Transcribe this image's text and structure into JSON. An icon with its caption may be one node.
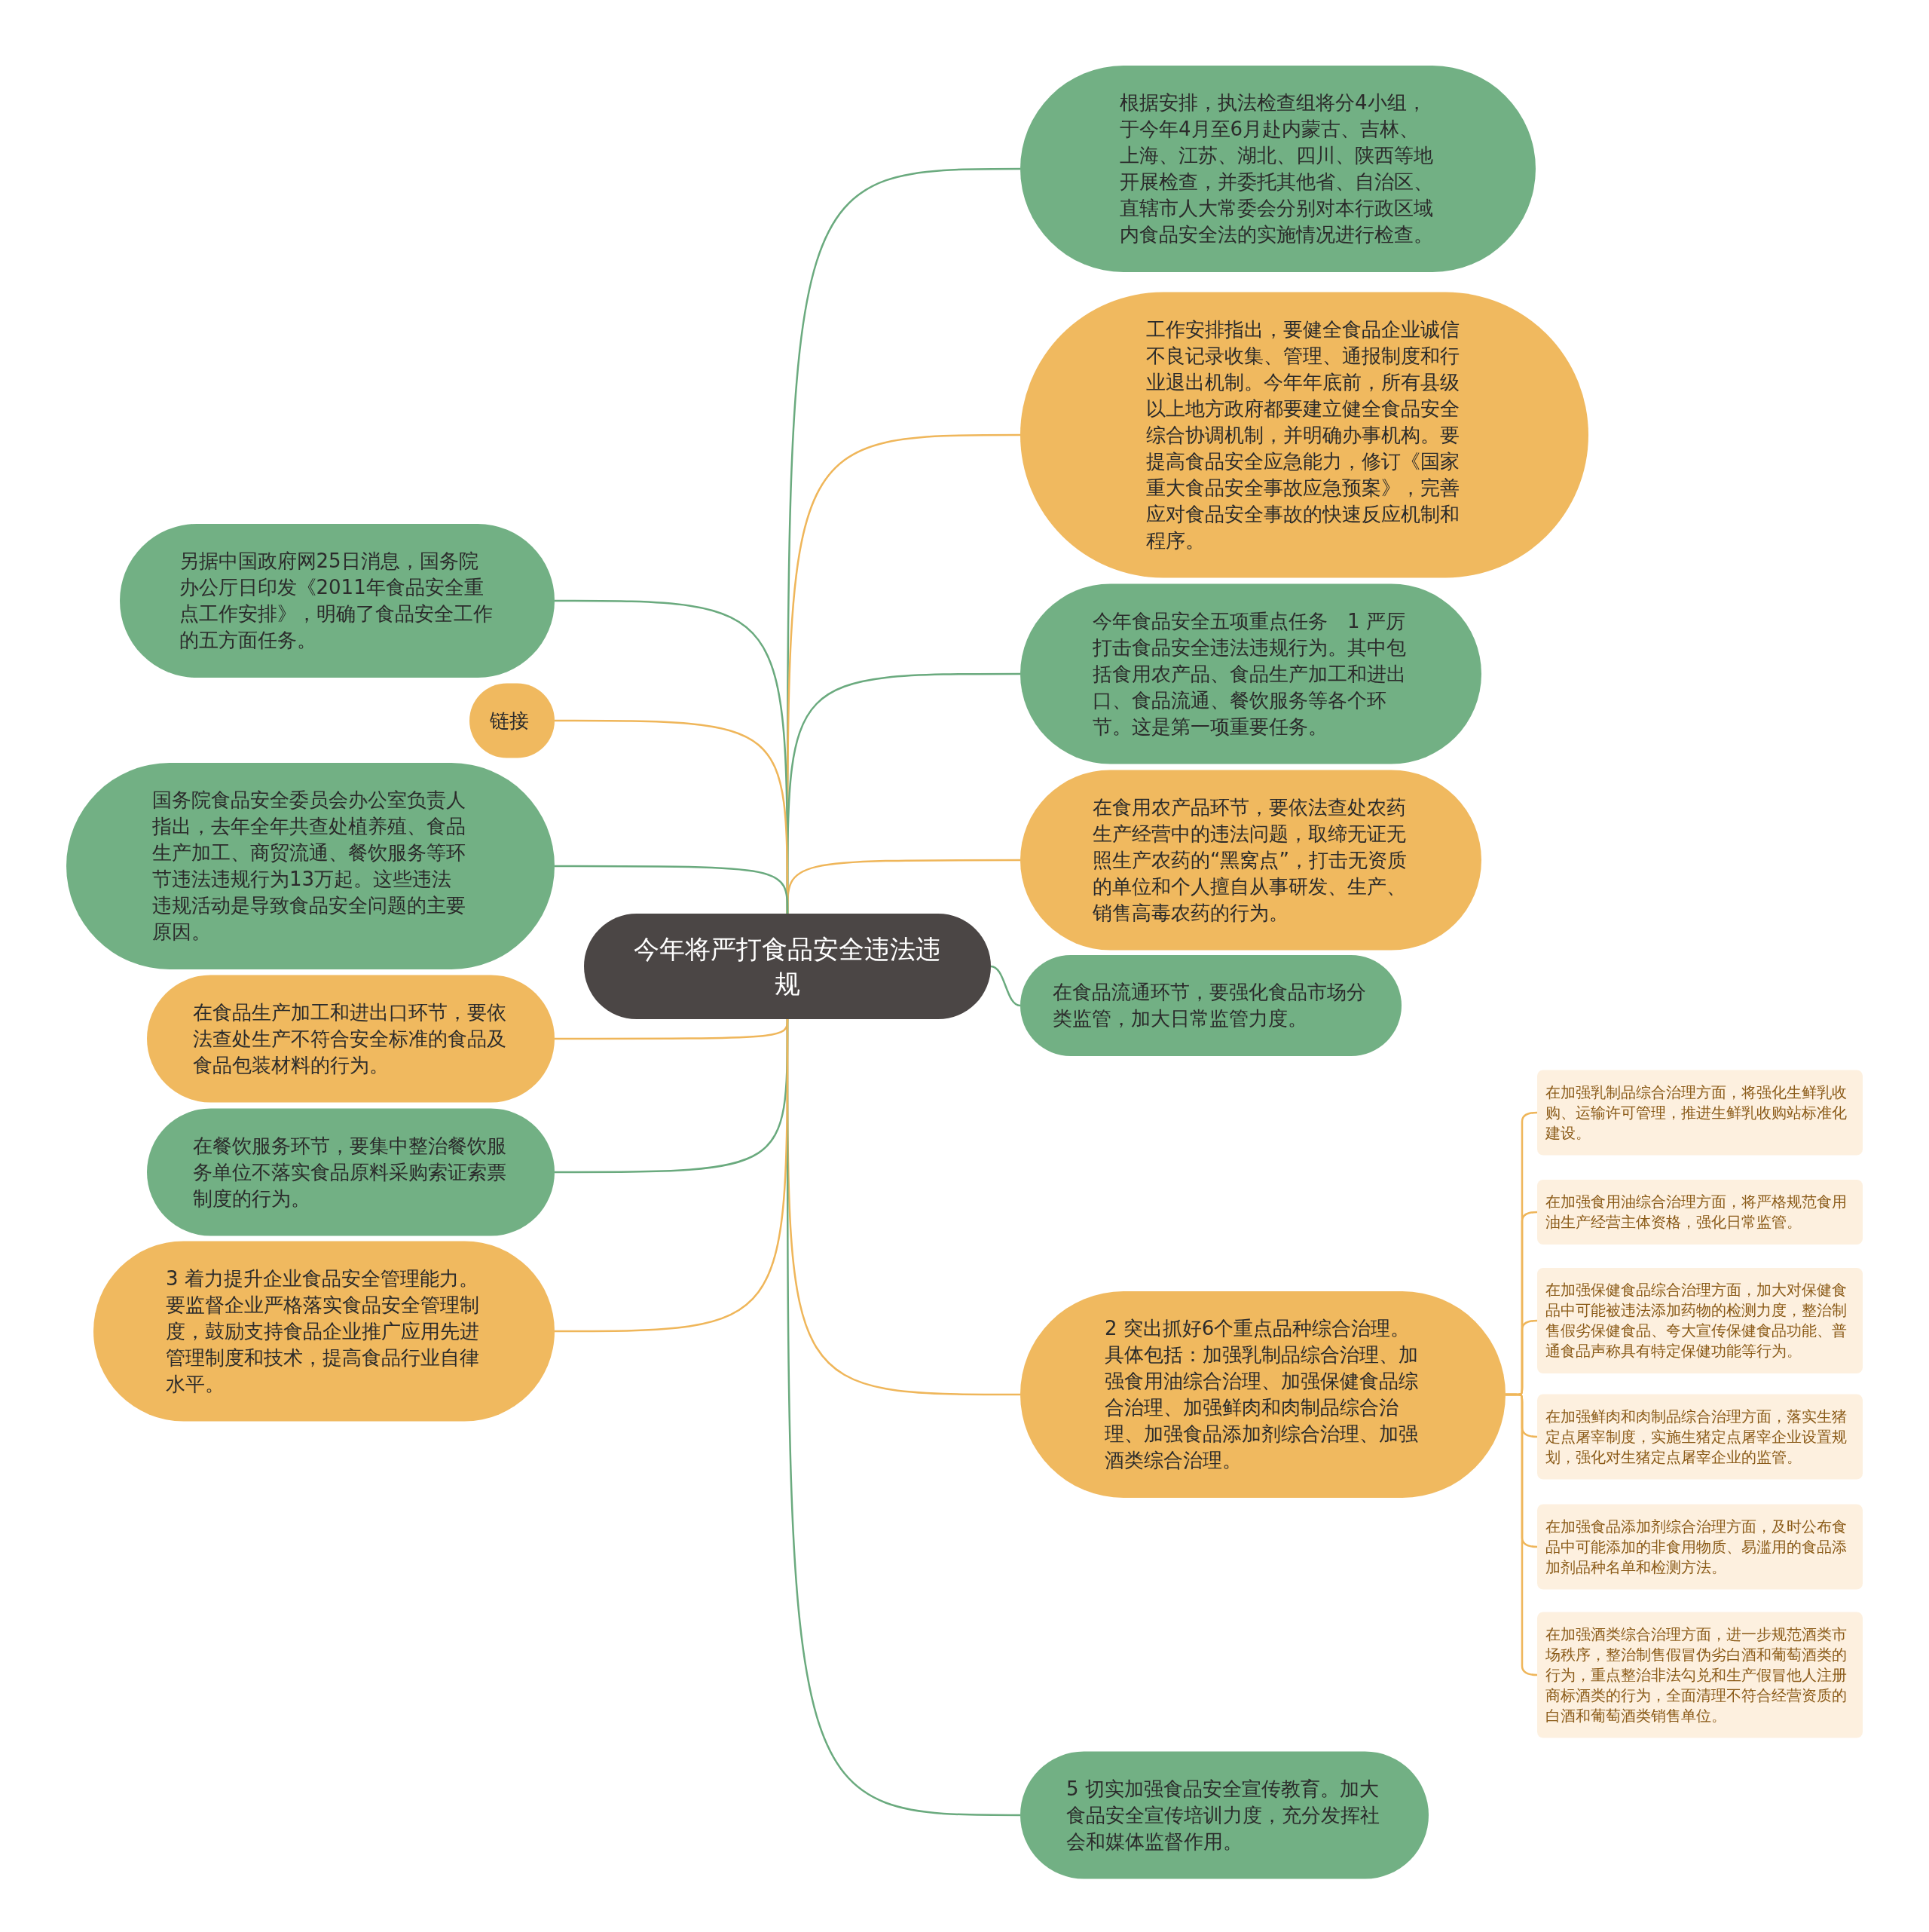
{
  "diagram": {
    "nodes": [
      {
        "text": [
          "今年将严打食品安全违法违规"
        ]
      },
      {
        "text": [
          "根据安排，执法检查组将分4小组，于今年4月至6月赴内蒙古、吉林、上海、江苏、湖北、四川、陕西等地开展检查，并委托其他省、自治区、直辖市人大常委会分别对本行政区域内食品安全法的实施情况进行检查。"
        ]
      },
      {
        "text": [
          "工作安排指出，要健全食品企业诚信不良记录收集、管理、通报制度和行业退出机制。今年年底前，所有县级以上地方政府都要建立健全食品安全综合协调机制，并明确办事机构。要提高食品安全应急能力，修订《国家重大食品安全事故应急预案》，完善应对食品安全事故的快速反应机制和程序。"
        ]
      },
      {
        "text": [
          "今年食品安全五项重点任务　1 严厉打击食品安全违法违规行为。其中包括食用农产品、食品生产加工和进出口、食品流通、餐饮服务等各个环节。这是第一项重要任务。"
        ]
      },
      {
        "text": [
          "在食用农产品环节，要依法查处农药生产经营中的违法问题，取缔无证无照生产农药的“黑窝点”，打击无资质的单位和个人擅自从事研发、生产、销售高毒农药的行为。"
        ]
      },
      {
        "text": [
          "在食品流通环节，要强化食品市场分类监管，加大日常监管力度。"
        ]
      },
      {
        "text": [
          "2 突出抓好6个重点品种综合治理。具体包括：加强乳制品综合治理、加强食用油综合治理、加强保健食品综合治理、加强鲜肉和肉制品综合治理、加强食品添加剂综合治理、加强酒类综合治理。"
        ]
      },
      {
        "text": [
          "在加强乳制品综合治理方面，将强化生鲜乳收购、运输许可管理，推进生鲜乳收购站标准化建设。"
        ]
      },
      {
        "text": [
          "在加强食用油综合治理方面，将严格规范食用油生产经营主体资格，强化日常监管。"
        ]
      },
      {
        "text": [
          "在加强保健食品综合治理方面，加大对保健食品中可能被违法添加药物的检测力度，整治制售假劣保健食品、夸大宣传保健食品功能、普通食品声称具有特定保健功能等行为。"
        ]
      },
      {
        "text": [
          "在加强鲜肉和肉制品综合治理方面，落实生猪定点屠宰制度，实施生猪定点屠宰企业设置规划，强化对生猪定点屠宰企业的监管。"
        ]
      },
      {
        "text": [
          "在加强食品添加剂综合治理方面，及时公布食品中可能添加的非食用物质、易滥用的食品添加剂品种名单和检测方法。"
        ]
      },
      {
        "text": [
          "在加强酒类综合治理方面，进一步规范酒类市场秩序，整治制售假冒伪劣白酒和葡萄酒类的行为，重点整治非法勾兑和生产假冒他人注册商标酒类的行为，全面清理不符合经营资质的白酒和葡萄酒类销售单位。"
        ]
      },
      {
        "text": [
          "5 切实加强食品安全宣传教育。加大食品安全宣传培训力度，充分发挥社会和媒体监督作用。"
        ]
      },
      {
        "text": [
          "另据中国政府网25日消息，国务院办公厅日印发《2011年食品安全重点工作安排》，明确了食品安全工作的五方面任务。"
        ]
      },
      {
        "text": [
          "链接"
        ]
      },
      {
        "text": [
          "国务院食品安全委员会办公室负责人指出，去年全年共查处植养殖、食品生产加工、商贸流通、餐饮服务等环节违法违规行为13万起。这些违法违规活动是导致食品安全问题的主要原因。"
        ]
      },
      {
        "text": [
          "在食品生产加工和进出口环节，要依法查处生产不符合安全标准的食品及食品包装材料的行为。"
        ]
      },
      {
        "text": [
          "在餐饮服务环节，要集中整治餐饮服务单位不落实食品原料采购索证索票制度的行为。"
        ]
      },
      {
        "text": [
          "3 着力提升企业食品安全管理能力。要监督企业严格落实食品安全管理制度，鼓励支持食品企业推广应用先进管理制度和技术，提高食品行业自律水平。"
        ]
      }
    ],
    "edges": [
      {
        "from": 0,
        "to": 1,
        "arrow": "none",
        "color": "#6aaa7e"
      },
      {
        "from": 0,
        "to": 2,
        "arrow": "none"
      },
      {
        "from": 0,
        "to": 3,
        "arrow": "none",
        "color": "#6aaa7e"
      },
      {
        "from": 0,
        "to": 4,
        "arrow": "none"
      },
      {
        "from": 0,
        "to": 5,
        "arrow": "none",
        "color": "#6aaa7e"
      },
      {
        "from": 0,
        "to": 6,
        "arrow": "none"
      },
      {
        "from": 6,
        "to": 7,
        "arrow": "none"
      },
      {
        "from": 6,
        "to": 8,
        "arrow": "none"
      },
      {
        "from": 6,
        "to": 9,
        "arrow": "none"
      },
      {
        "from": 6,
        "to": 10,
        "arrow": "none"
      },
      {
        "from": 6,
        "to": 11,
        "arrow": "none"
      },
      {
        "from": 6,
        "to": 12,
        "arrow": "none"
      },
      {
        "from": 0,
        "to": 13,
        "arrow": "none",
        "color": "#6aaa7e"
      },
      {
        "from": 0,
        "to": 14,
        "arrow": "none",
        "color": "#6aaa7e"
      },
      {
        "from": 0,
        "to": 15,
        "arrow": "none"
      },
      {
        "from": 0,
        "to": 16,
        "arrow": "none",
        "color": "#6aaa7e"
      },
      {
        "from": 0,
        "to": 17,
        "arrow": "none"
      },
      {
        "from": 0,
        "to": 18,
        "arrow": "none",
        "color": "#6aaa7e"
      },
      {
        "from": 0,
        "to": 19,
        "arrow": "none"
      }
    ]
  }
}
